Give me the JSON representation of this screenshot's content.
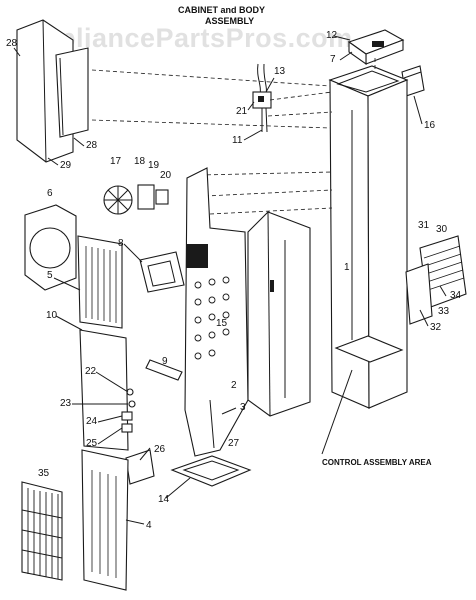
{
  "title": {
    "line1": "CABINET and BODY",
    "line2": "ASSEMBLY"
  },
  "watermark": "AppliancePartsPros.com",
  "area_label": "CONTROL ASSEMBLY AREA",
  "callouts": {
    "c1": "1",
    "c2": "2",
    "c3": "3",
    "c4": "4",
    "c5": "5",
    "c6": "6",
    "c7": "7",
    "c8": "8",
    "c9": "9",
    "c10": "10",
    "c11": "11",
    "c12": "12",
    "c13": "13",
    "c14": "14",
    "c15": "15",
    "c16": "16",
    "c17": "17",
    "c18": "18",
    "c19": "19",
    "c20": "20",
    "c21": "21",
    "c22": "22",
    "c23": "23",
    "c24": "24",
    "c25": "25",
    "c26": "26",
    "c27": "27",
    "c28a": "28",
    "c28b": "28",
    "c29": "29",
    "c30": "30",
    "c31": "31",
    "c32": "32",
    "c33": "33",
    "c34": "34",
    "c35": "35"
  }
}
